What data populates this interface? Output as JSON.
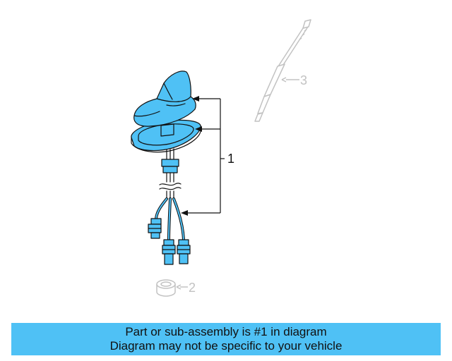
{
  "diagram": {
    "callouts": [
      {
        "id": "1",
        "label": "1"
      },
      {
        "id": "2",
        "label": "2"
      },
      {
        "id": "3",
        "label": "3"
      }
    ],
    "colors": {
      "highlight": "#4fc1f5",
      "ghost": "#bdbdbd",
      "ink": "#111111"
    }
  },
  "footer": {
    "line1": "Part or sub-assembly is #1 in diagram",
    "line2": "Diagram may not be specific to your vehicle",
    "background": "#4fc1f5"
  }
}
